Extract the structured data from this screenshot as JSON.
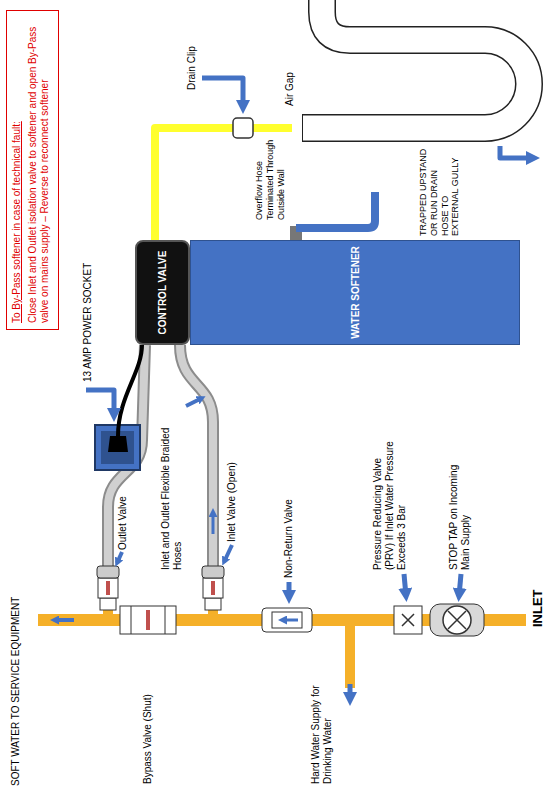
{
  "diagram": {
    "nodes": [
      {
        "text": [
          "To By-Pass softener in case of technical fault:",
          "Close Inlet and Outlet isolation valve to softener and open By-Pass valve on mains supply – Reverse to reconnect softener"
        ]
      },
      {
        "text": [
          "CONTROL VALVE"
        ]
      },
      {
        "text": [
          "WATER SOFTENER"
        ]
      }
    ],
    "labels": [
      "SOFT WATER TO SERVICE EQUIPMENT",
      "Bypass Valve (Shut)",
      "Outlet Valve",
      "Inlet and Outlet Flexible Braided Hoses",
      "Inlet Valve (Open)",
      "Non-Return Valve",
      "Hard Water Supply for Drinking Water",
      "Pressure Reducing Valve (PRV) If Inlet Water Pressure Exceeds 3 Bar",
      "STOP TAP on Incoming Main Supply",
      "INLET",
      "13 AMP POWER SOCKET",
      "Drain Clip",
      "Air Gap",
      "Overflow Hose Terminated Through Outside Wall",
      "TRAPPED UPSTAND OR RUN DRAIN HOSE TO EXTERNAL GULLY"
    ]
  }
}
